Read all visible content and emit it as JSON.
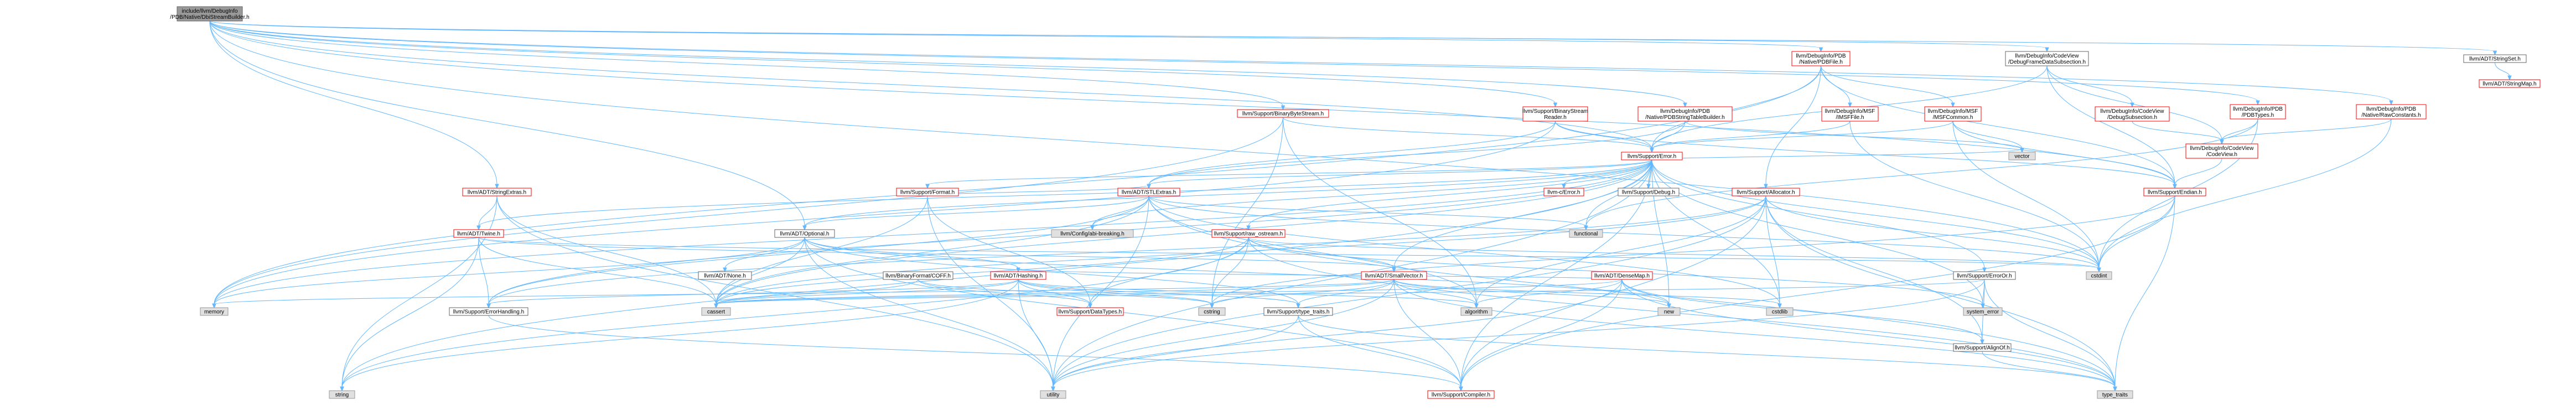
{
  "colors": {
    "root_fill": "#999999",
    "red_border": "#ff0000",
    "grey_border": "#999999",
    "dark_border": "#666666",
    "normal_fill": "#ffffff",
    "leaf_fill": "#e0e0e0",
    "red_text": "#000000",
    "edge": "#63b8ff"
  },
  "nodes": [
    {
      "id": "root",
      "kind": "root",
      "lines": [
        "include/llvm/DebugInfo",
        "/PDB/Native/DbiStreamBuilder.h"
      ]
    },
    {
      "id": "pdbfile",
      "kind": "red",
      "lines": [
        "llvm/DebugInfo/PDB",
        "/Native/PDBFile.h"
      ]
    },
    {
      "id": "dfds",
      "kind": "normal",
      "lines": [
        "llvm/DebugInfo/CodeView",
        "/DebugFrameDataSubsection.h"
      ]
    },
    {
      "id": "stringset",
      "kind": "normal",
      "lines": [
        "llvm/ADT/StringSet.h"
      ]
    },
    {
      "id": "stringmap",
      "kind": "red",
      "lines": [
        "llvm/ADT/StringMap.h"
      ]
    },
    {
      "id": "pdbtypes",
      "kind": "red",
      "lines": [
        "llvm/DebugInfo/PDB",
        "/PDBTypes.h"
      ]
    },
    {
      "id": "rawconst",
      "kind": "red",
      "lines": [
        "llvm/DebugInfo/PDB",
        "/Native/RawConstants.h"
      ]
    },
    {
      "id": "binbytestream",
      "kind": "red",
      "lines": [
        "llvm/Support/BinaryByteStream.h"
      ]
    },
    {
      "id": "binstreamreader",
      "kind": "red",
      "lines": [
        "llvm/Support/BinaryStream",
        "Reader.h"
      ]
    },
    {
      "id": "pdbstrtab",
      "kind": "red",
      "lines": [
        "llvm/DebugInfo/PDB",
        "/Native/PDBStringTableBuilder.h"
      ]
    },
    {
      "id": "imsffile",
      "kind": "red",
      "lines": [
        "llvm/DebugInfo/MSF",
        "/IMSFFile.h"
      ]
    },
    {
      "id": "msfcommon",
      "kind": "red",
      "lines": [
        "llvm/DebugInfo/MSF",
        "/MSFCommon.h"
      ]
    },
    {
      "id": "debugsub",
      "kind": "red",
      "lines": [
        "llvm/DebugInfo/CodeView",
        "/DebugSubsection.h"
      ]
    },
    {
      "id": "codeview",
      "kind": "red",
      "lines": [
        "llvm/DebugInfo/CodeView",
        "/CodeView.h"
      ]
    },
    {
      "id": "error",
      "kind": "red",
      "lines": [
        "llvm/Support/Error.h"
      ]
    },
    {
      "id": "vector",
      "kind": "leaf",
      "lines": [
        "vector"
      ]
    },
    {
      "id": "endian",
      "kind": "red",
      "lines": [
        "llvm/Support/Endian.h"
      ]
    },
    {
      "id": "format",
      "kind": "red",
      "lines": [
        "llvm/Support/Format.h"
      ]
    },
    {
      "id": "cerror",
      "kind": "red",
      "lines": [
        "llvm-c/Error.h"
      ]
    },
    {
      "id": "debug",
      "kind": "normal",
      "lines": [
        "llvm/Support/Debug.h"
      ]
    },
    {
      "id": "stringextras",
      "kind": "red",
      "lines": [
        "llvm/ADT/StringExtras.h"
      ]
    },
    {
      "id": "stlextras",
      "kind": "red",
      "lines": [
        "llvm/ADT/STLExtras.h"
      ]
    },
    {
      "id": "allocator",
      "kind": "red",
      "lines": [
        "llvm/Support/Allocator.h"
      ]
    },
    {
      "id": "twine",
      "kind": "red",
      "lines": [
        "llvm/ADT/Twine.h"
      ]
    },
    {
      "id": "optional",
      "kind": "normal",
      "lines": [
        "llvm/ADT/Optional.h"
      ]
    },
    {
      "id": "configabi",
      "kind": "leaf",
      "lines": [
        "llvm/Config/abi-breaking.h"
      ]
    },
    {
      "id": "functional",
      "kind": "leaf",
      "lines": [
        "functional"
      ]
    },
    {
      "id": "rawostream",
      "kind": "red",
      "lines": [
        "llvm/Support/raw_ostream.h"
      ]
    },
    {
      "id": "densemap",
      "kind": "red",
      "lines": [
        "llvm/ADT/DenseMap.h"
      ]
    },
    {
      "id": "cstdint",
      "kind": "leaf",
      "lines": [
        "cstdint"
      ]
    },
    {
      "id": "errorortest",
      "kind": "normal",
      "lines": [
        "llvm/Support/ErrorOr.h"
      ]
    },
    {
      "id": "none",
      "kind": "normal",
      "lines": [
        "llvm/ADT/None.h"
      ]
    },
    {
      "id": "coff",
      "kind": "normal",
      "lines": [
        "llvm/BinaryFormat/COFF.h"
      ]
    },
    {
      "id": "hashing",
      "kind": "red",
      "lines": [
        "llvm/ADT/Hashing.h"
      ]
    },
    {
      "id": "smallvector",
      "kind": "red",
      "lines": [
        "llvm/ADT/SmallVector.h"
      ]
    },
    {
      "id": "memory",
      "kind": "leaf",
      "lines": [
        "memory"
      ]
    },
    {
      "id": "errorhandling",
      "kind": "normal",
      "lines": [
        "llvm/Support/ErrorHandling.h"
      ]
    },
    {
      "id": "cassert",
      "kind": "leaf",
      "lines": [
        "cassert"
      ]
    },
    {
      "id": "cstring",
      "kind": "leaf",
      "lines": [
        "cstring"
      ]
    },
    {
      "id": "datatypes",
      "kind": "red",
      "lines": [
        "llvm/Support/DataTypes.h"
      ]
    },
    {
      "id": "typetraits",
      "kind": "normal",
      "lines": [
        "llvm/Support/type_traits.h"
      ]
    },
    {
      "id": "algorithm",
      "kind": "leaf",
      "lines": [
        "algorithm"
      ]
    },
    {
      "id": "new",
      "kind": "leaf",
      "lines": [
        "new"
      ]
    },
    {
      "id": "cstdlib",
      "kind": "leaf",
      "lines": [
        "cstdlib"
      ]
    },
    {
      "id": "systemerror",
      "kind": "leaf",
      "lines": [
        "system_error"
      ]
    },
    {
      "id": "alignof",
      "kind": "normal",
      "lines": [
        "llvm/Support/AlignOf.h"
      ]
    },
    {
      "id": "string",
      "kind": "leaf",
      "lines": [
        "string"
      ]
    },
    {
      "id": "utility",
      "kind": "leaf",
      "lines": [
        "utility"
      ]
    },
    {
      "id": "compiler",
      "kind": "red",
      "lines": [
        "llvm/Support/Compiler.h"
      ]
    },
    {
      "id": "typetraitsstd",
      "kind": "leaf",
      "lines": [
        "type_traits"
      ]
    }
  ],
  "edges": [
    [
      "root",
      "pdbfile"
    ],
    [
      "root",
      "dfds"
    ],
    [
      "root",
      "stringset"
    ],
    [
      "root",
      "pdbtypes"
    ],
    [
      "root",
      "rawconst"
    ],
    [
      "root",
      "binbytestream"
    ],
    [
      "root",
      "binstreamreader"
    ],
    [
      "root",
      "pdbstrtab"
    ],
    [
      "root",
      "error"
    ],
    [
      "root",
      "endian"
    ],
    [
      "root",
      "optional"
    ],
    [
      "root",
      "stringextras"
    ],
    [
      "root",
      "cstdint"
    ],
    [
      "pdbfile",
      "imsffile"
    ],
    [
      "pdbfile",
      "msfcommon"
    ],
    [
      "pdbfile",
      "error"
    ],
    [
      "pdbfile",
      "allocator"
    ],
    [
      "pdbfile",
      "endian"
    ],
    [
      "pdbfile",
      "memory"
    ],
    [
      "dfds",
      "debugsub"
    ],
    [
      "dfds",
      "codeview"
    ],
    [
      "dfds",
      "error"
    ],
    [
      "dfds",
      "endian"
    ],
    [
      "stringset",
      "stringmap"
    ],
    [
      "pdbtypes",
      "codeview"
    ],
    [
      "pdbtypes",
      "functional"
    ],
    [
      "pdbtypes",
      "cstdint"
    ],
    [
      "rawconst",
      "codeview"
    ],
    [
      "rawconst",
      "cstdint"
    ],
    [
      "binbytestream",
      "error"
    ],
    [
      "binbytestream",
      "memory"
    ],
    [
      "binbytestream",
      "cstring"
    ],
    [
      "binbytestream",
      "algorithm"
    ],
    [
      "binstreamreader",
      "error"
    ],
    [
      "binstreamreader",
      "stlextras"
    ],
    [
      "binstreamreader",
      "endian"
    ],
    [
      "binstreamreader",
      "memory"
    ],
    [
      "binstreamreader",
      "type_traits_link"
    ],
    [
      "pdbstrtab",
      "error"
    ],
    [
      "pdbstrtab",
      "stlextras"
    ],
    [
      "pdbstrtab",
      "vector"
    ],
    [
      "imsffile",
      "error"
    ],
    [
      "imsffile",
      "cstdint"
    ],
    [
      "msfcommon",
      "error"
    ],
    [
      "msfcommon",
      "endian"
    ],
    [
      "msfcommon",
      "vector"
    ],
    [
      "msfcommon",
      "cstdint"
    ],
    [
      "debugsub",
      "codeview"
    ],
    [
      "codeview",
      "endian"
    ],
    [
      "error",
      "cerror"
    ],
    [
      "error",
      "debug"
    ],
    [
      "error",
      "format"
    ],
    [
      "error",
      "stlextras"
    ],
    [
      "error",
      "twine"
    ],
    [
      "error",
      "smallvector"
    ],
    [
      "error",
      "errorortest"
    ],
    [
      "error",
      "abi"
    ],
    [
      "error",
      "errorhandling"
    ],
    [
      "error",
      "rawostream"
    ],
    [
      "error",
      "compiler"
    ],
    [
      "error",
      "cassert"
    ],
    [
      "error",
      "cstdint"
    ],
    [
      "error",
      "cstdlib"
    ],
    [
      "error",
      "functional"
    ],
    [
      "error",
      "memory"
    ],
    [
      "error",
      "new"
    ],
    [
      "error",
      "optional"
    ],
    [
      "error",
      "string"
    ],
    [
      "error",
      "systemerror"
    ],
    [
      "error",
      "type_traits_link"
    ],
    [
      "error",
      "utility"
    ],
    [
      "error",
      "vector"
    ],
    [
      "error",
      "configabi"
    ],
    [
      "endian",
      "typetraitsstd"
    ],
    [
      "endian",
      "cstdint"
    ],
    [
      "endian",
      "cstring"
    ],
    [
      "endian",
      "compiler"
    ],
    [
      "endian",
      "swap"
    ],
    [
      "format",
      "stlextras"
    ],
    [
      "format",
      "datatypes"
    ],
    [
      "format",
      "cassert"
    ],
    [
      "format",
      "cstdio"
    ],
    [
      "format",
      "tuple"
    ],
    [
      "format",
      "utility"
    ],
    [
      "stringextras",
      "twine"
    ],
    [
      "stringextras",
      "stringref"
    ],
    [
      "stringextras",
      "cassert"
    ],
    [
      "stringextras",
      "string"
    ],
    [
      "stringextras",
      "utility"
    ],
    [
      "stringextras",
      "iterator"
    ],
    [
      "stlextras",
      "optional"
    ],
    [
      "stlextras",
      "configabi"
    ],
    [
      "stlextras",
      "errorhandling"
    ],
    [
      "stlextras",
      "algorithm"
    ],
    [
      "stlextras",
      "cassert"
    ],
    [
      "stlextras",
      "functional"
    ],
    [
      "stlextras",
      "cstdint"
    ],
    [
      "stlextras",
      "cstdlib"
    ],
    [
      "stlextras",
      "typetraitsstd"
    ],
    [
      "stlextras",
      "utility"
    ],
    [
      "allocator",
      "compiler"
    ],
    [
      "allocator",
      "errorhandling"
    ],
    [
      "allocator",
      "alignof"
    ],
    [
      "allocator",
      "algorithm"
    ],
    [
      "allocator",
      "cassert"
    ],
    [
      "allocator",
      "cstddef"
    ],
    [
      "allocator",
      "cstdint"
    ],
    [
      "allocator",
      "cstdlib"
    ],
    [
      "allocator",
      "iterator"
    ],
    [
      "allocator",
      "typetraitsstd"
    ],
    [
      "allocator",
      "utility"
    ],
    [
      "twine",
      "smallvector"
    ],
    [
      "twine",
      "errorhandling"
    ],
    [
      "twine",
      "cassert"
    ],
    [
      "twine",
      "cstdint"
    ],
    [
      "twine",
      "string"
    ],
    [
      "optional",
      "none"
    ],
    [
      "optional",
      "hashing"
    ],
    [
      "optional",
      "stlfwd"
    ],
    [
      "optional",
      "compiler"
    ],
    [
      "optional",
      "typetraits"
    ],
    [
      "optional",
      "cassert"
    ],
    [
      "optional",
      "memory"
    ],
    [
      "optional",
      "new"
    ],
    [
      "optional",
      "utility"
    ],
    [
      "rawostream",
      "smallvector"
    ],
    [
      "rawostream",
      "datatypes"
    ],
    [
      "rawostream",
      "cassert"
    ],
    [
      "rawostream",
      "cstddef"
    ],
    [
      "rawostream",
      "cstdint"
    ],
    [
      "rawostream",
      "cstring"
    ],
    [
      "rawostream",
      "string"
    ],
    [
      "rawostream",
      "systemerror"
    ],
    [
      "rawostream",
      "typetraitsstd"
    ],
    [
      "densemap",
      "hashing"
    ],
    [
      "densemap",
      "compiler"
    ],
    [
      "densemap",
      "alignof"
    ],
    [
      "densemap",
      "algorithm"
    ],
    [
      "densemap",
      "cassert"
    ],
    [
      "densemap",
      "new"
    ],
    [
      "densemap",
      "typetraitsstd"
    ],
    [
      "densemap",
      "utility"
    ],
    [
      "errorortest",
      "alignof"
    ],
    [
      "errorortest",
      "cassert"
    ],
    [
      "errorortest",
      "systemerror"
    ],
    [
      "errorortest",
      "typetraitsstd"
    ],
    [
      "errorortest",
      "utility"
    ],
    [
      "coff",
      "datatypes"
    ],
    [
      "coff",
      "cassert"
    ],
    [
      "coff",
      "cstring"
    ],
    [
      "hashing",
      "errorhandling"
    ],
    [
      "hashing",
      "datatypes"
    ],
    [
      "hashing",
      "typetraits"
    ],
    [
      "hashing",
      "algorithm"
    ],
    [
      "hashing",
      "cassert"
    ],
    [
      "hashing",
      "cstring"
    ],
    [
      "hashing",
      "string"
    ],
    [
      "hashing",
      "utility"
    ],
    [
      "smallvector",
      "compiler"
    ],
    [
      "smallvector",
      "typetraits"
    ],
    [
      "smallvector",
      "algorithm"
    ],
    [
      "smallvector",
      "cassert"
    ],
    [
      "smallvector",
      "cstddef"
    ],
    [
      "smallvector",
      "cstdlib"
    ],
    [
      "smallvector",
      "cstring"
    ],
    [
      "smallvector",
      "memory"
    ],
    [
      "smallvector",
      "new"
    ],
    [
      "smallvector",
      "typetraitsstd"
    ],
    [
      "smallvector",
      "utility"
    ],
    [
      "errorhandling",
      "compiler"
    ],
    [
      "typetraits",
      "compiler"
    ],
    [
      "typetraits",
      "typetraitsstd"
    ],
    [
      "typetraits",
      "utility"
    ],
    [
      "alignof",
      "typetraitsstd"
    ]
  ]
}
